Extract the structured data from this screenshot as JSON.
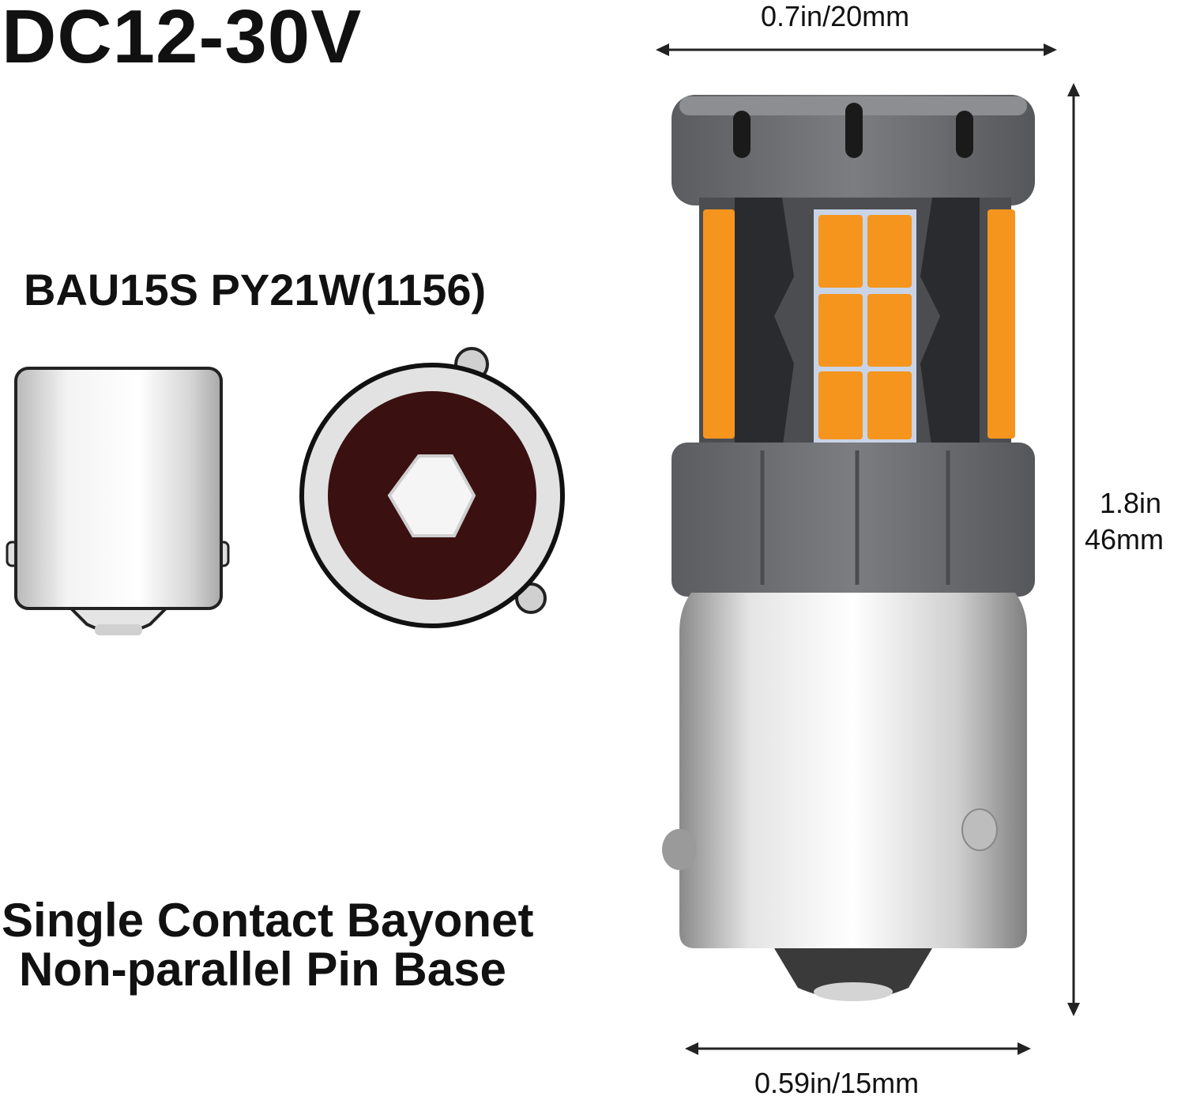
{
  "title": "DC12-30V",
  "model": "BAU15S PY21W(1156)",
  "description": {
    "line1": "Single Contact Bayonet",
    "line2": "Non-parallel  Pin Base"
  },
  "dimensions": {
    "width_top": "0.7in/20mm",
    "width_bottom": "0.59in/15mm",
    "height_in": "1.8in",
    "height_mm": "46mm"
  },
  "colors": {
    "led_amber": "#f5951e",
    "housing_gray": "#6f7175",
    "base_dark": "#3a1010",
    "metal": "#d8d8d8"
  }
}
